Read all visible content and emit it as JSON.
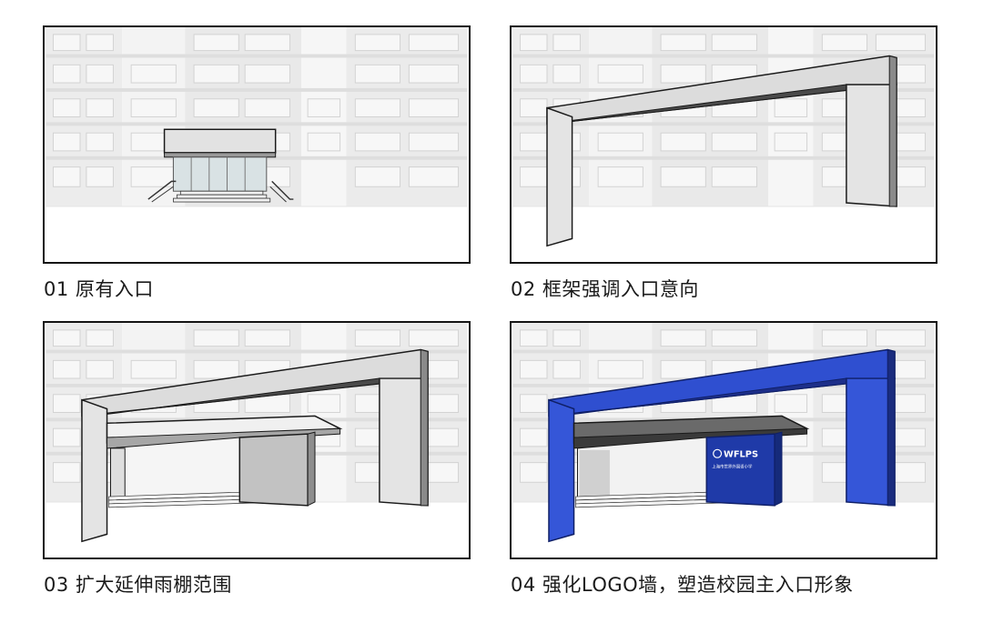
{
  "panels": [
    {
      "id": "01",
      "caption": "01 原有入口"
    },
    {
      "id": "02",
      "caption": "02 框架强调入口意向"
    },
    {
      "id": "03",
      "caption": "03 扩大延伸雨棚范围"
    },
    {
      "id": "04",
      "caption": "04 强化LOGO墙，塑造校园主入口形象"
    }
  ],
  "logo_wall": {
    "logo": "WFLPS",
    "school_name": "上海市世界外国语小学"
  },
  "colors": {
    "frame_grey": "#dcdcdc",
    "frame_blue": "#2f4fd0",
    "logo_wall_blue": "#1f3aa8",
    "outline": "#1a1a1a"
  }
}
